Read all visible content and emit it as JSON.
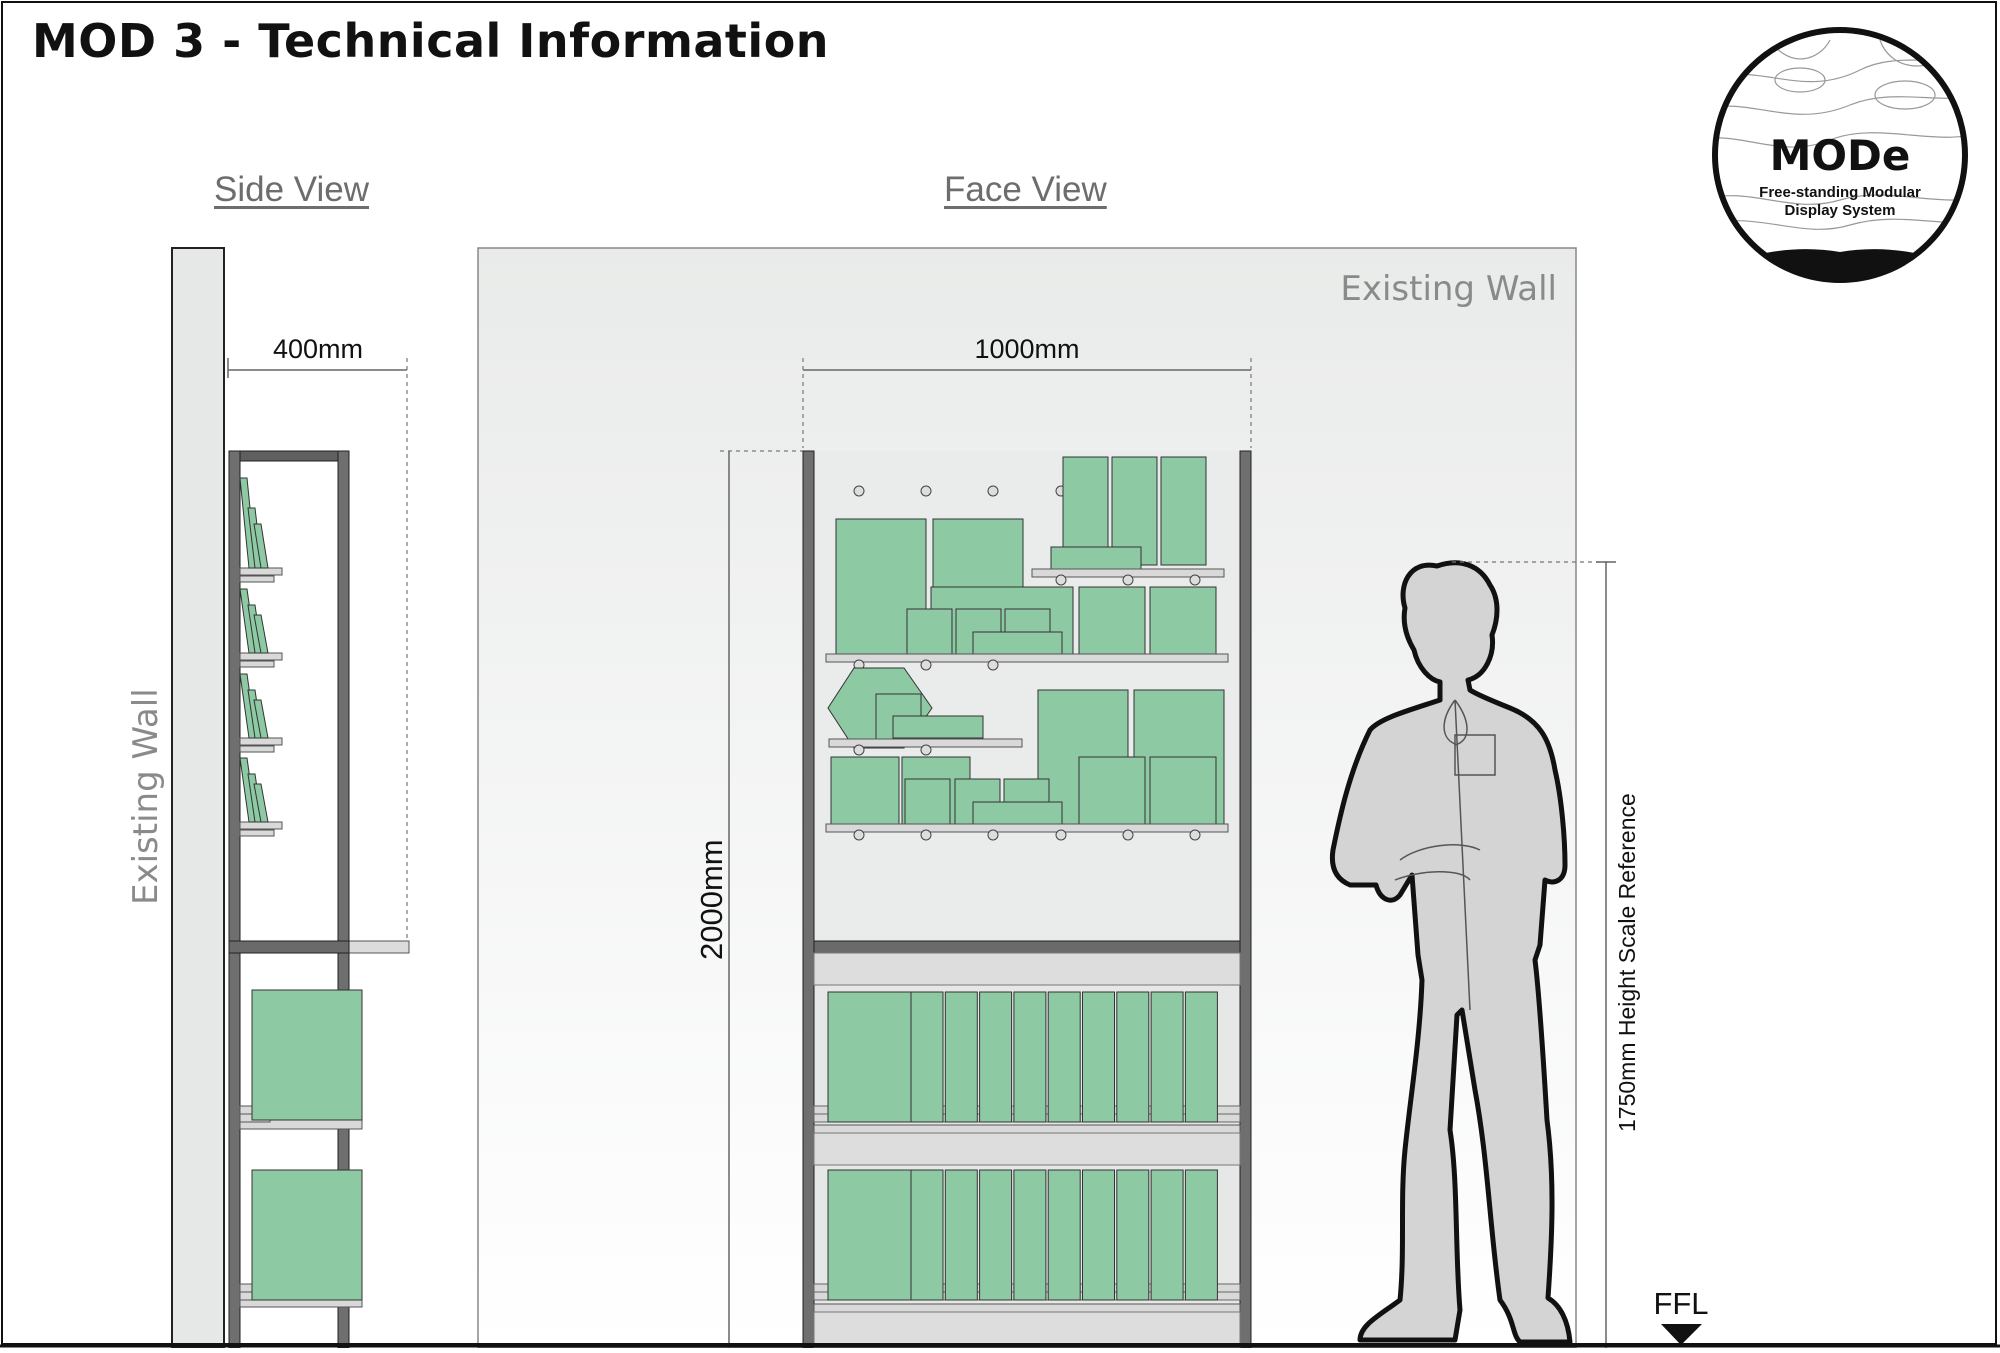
{
  "header": {
    "title": "MOD 3  - Technical Information"
  },
  "views": {
    "side_label": "Side View",
    "face_label": "Face View"
  },
  "walls": {
    "side_label": "Existing Wall",
    "face_label": "Existing Wall"
  },
  "dimensions": {
    "depth": "400mm",
    "width": "1000mm",
    "height": "2000mm",
    "person_height": "1750mm Height Scale Reference"
  },
  "floor": {
    "label": "FFL"
  },
  "logo": {
    "name": "MODe",
    "tagline_1": "Free-standing Modular",
    "tagline_2": "Display System"
  },
  "colors": {
    "product": "#8dc9a3",
    "frame": "#6f6f6f",
    "shelf": "#d9d9d9",
    "wall": "#eef0ef",
    "person": "#d4d4d4"
  }
}
